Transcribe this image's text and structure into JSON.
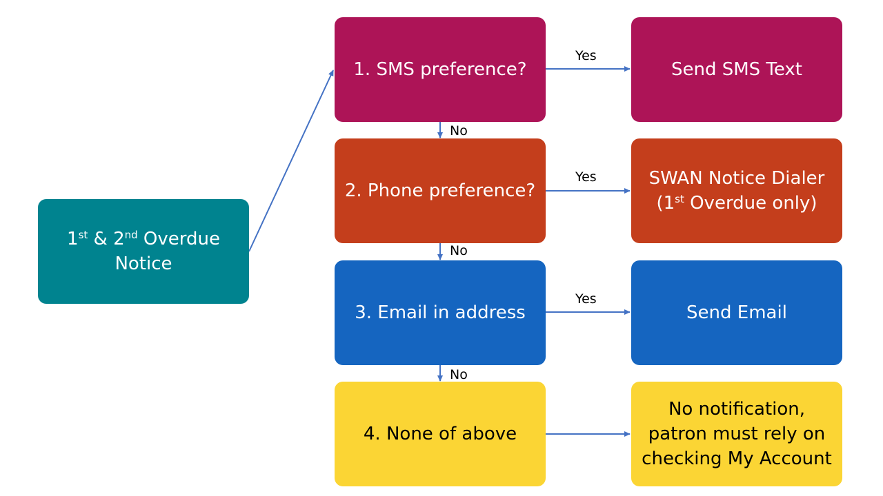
{
  "colors": {
    "start": "#00838F",
    "sms": "#AD1457",
    "phone": "#C43E1C",
    "email": "#1565C0",
    "none": "#FBD534",
    "arrow": "#4472C4"
  },
  "nodes": {
    "start": {
      "line1_pre": "1",
      "line1_sup1": "st",
      "line1_mid": " & 2",
      "line1_sup2": "nd",
      "line1_post": " Overdue",
      "line2": "Notice"
    },
    "q1": {
      "text": "1. SMS preference?"
    },
    "q2": {
      "text": "2. Phone preference?"
    },
    "q3": {
      "text": "3. Email in address"
    },
    "q4": {
      "text": "4. None of above"
    },
    "r1": {
      "text": "Send SMS Text"
    },
    "r2": {
      "line1": "SWAN Notice Dialer",
      "line2_pre": "(1",
      "line2_sup": "st",
      "line2_post": " Overdue only)"
    },
    "r3": {
      "text": "Send Email"
    },
    "r4": {
      "line1": "No notification,",
      "line2": "patron must rely on",
      "line3": "checking My Account"
    }
  },
  "edges": {
    "yes_label": "Yes",
    "no_label": "No"
  }
}
